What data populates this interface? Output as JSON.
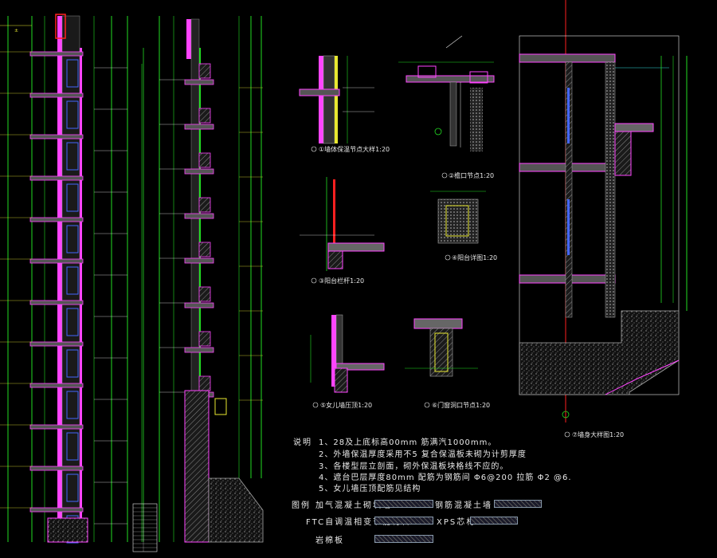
{
  "notes": {
    "title": "说明",
    "items": [
      "1、28及上底标高00mm 筋满汽1000mm。",
      "2、外墙保温厚度采用不5 复合保温板未砌为计剪厚度",
      "3、各楼型层立剖面，砌外保温板块格线不应的。",
      "4、遮台巴层厚度80mm 配筋为钢筋间 Φ6@200 拉筋 Φ2 @6.",
      "5、女儿墙压顶配筋见结构"
    ]
  },
  "legend": {
    "title": "图例",
    "items": [
      {
        "label": "加气混凝土砌块墙"
      },
      {
        "label": "钢筋混凝土墙"
      },
      {
        "label": "FTC自调温相变节能材料"
      },
      {
        "label": "XPS芯材"
      },
      {
        "label": "岩棉板"
      }
    ]
  },
  "captions": {
    "detail_1": "①墙体保温节点大样1:20",
    "detail_2": "②檐口节点1:20",
    "detail_3": "③阳台栏杆1:20",
    "detail_4": "④阳台详图1:20",
    "detail_5": "⑤女儿墙压顶1:20",
    "detail_6": "⑥门窗洞口节点1:20",
    "detail_7": "⑦墙身大样图1:20"
  },
  "colors": {
    "background": "#000000",
    "dimension": "#22dd22",
    "wall": "#ff44ff",
    "hatch": "#888888",
    "accent_red": "#ff2020",
    "blue": "#4466ff",
    "yellow": "#e8e830",
    "cyan": "#30e0e0",
    "text": "#e8e8e8"
  }
}
